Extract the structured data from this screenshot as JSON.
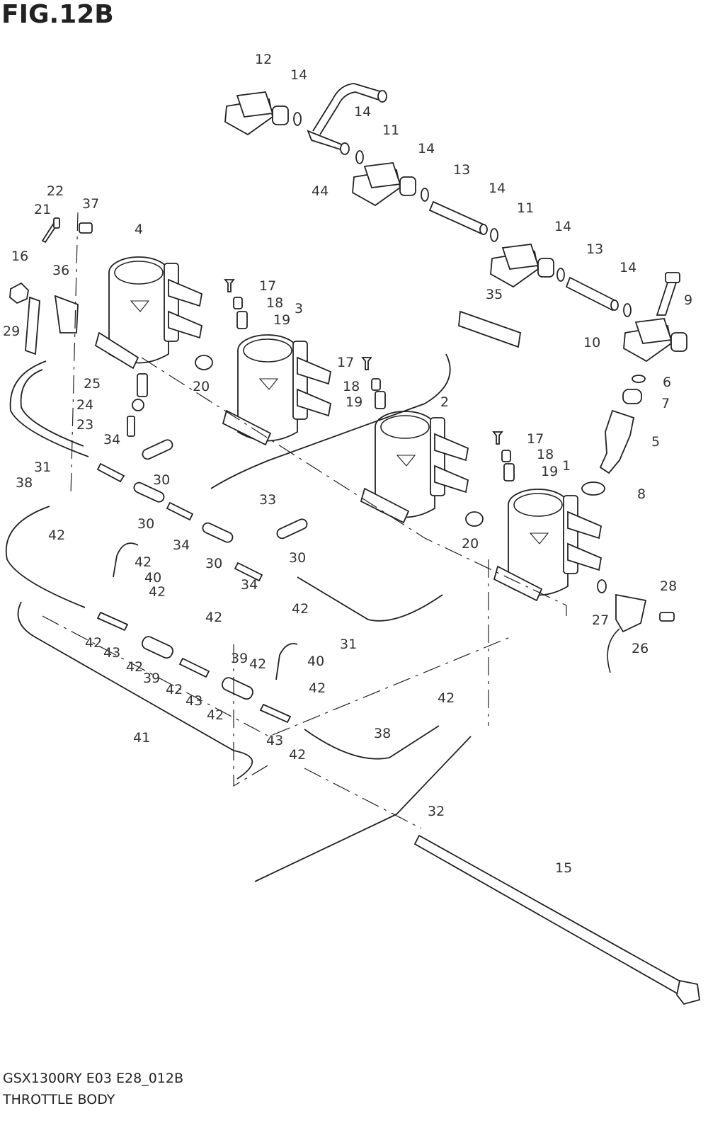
{
  "figure": {
    "title": "FIG.12B",
    "model_code": "GSX1300RY E03 E28_012B",
    "section_name": "THROTTLE BODY"
  },
  "callouts": [
    {
      "id": "c12",
      "text": "12"
    },
    {
      "id": "c14a",
      "text": "14"
    },
    {
      "id": "c14b",
      "text": "14"
    },
    {
      "id": "c11a",
      "text": "11"
    },
    {
      "id": "c14c",
      "text": "14"
    },
    {
      "id": "c13a",
      "text": "13"
    },
    {
      "id": "c14d",
      "text": "14"
    },
    {
      "id": "c11b",
      "text": "11"
    },
    {
      "id": "c14e",
      "text": "14"
    },
    {
      "id": "c13b",
      "text": "13"
    },
    {
      "id": "c14f",
      "text": "14"
    },
    {
      "id": "c44",
      "text": "44"
    },
    {
      "id": "c22",
      "text": "22"
    },
    {
      "id": "c21",
      "text": "21"
    },
    {
      "id": "c37",
      "text": "37"
    },
    {
      "id": "c4",
      "text": "4"
    },
    {
      "id": "c16",
      "text": "16"
    },
    {
      "id": "c36",
      "text": "36"
    },
    {
      "id": "c29",
      "text": "29"
    },
    {
      "id": "c17a",
      "text": "17"
    },
    {
      "id": "c18a",
      "text": "18"
    },
    {
      "id": "c19a",
      "text": "19"
    },
    {
      "id": "c3",
      "text": "3"
    },
    {
      "id": "c9",
      "text": "9"
    },
    {
      "id": "c10",
      "text": "10"
    },
    {
      "id": "c35",
      "text": "35"
    },
    {
      "id": "c20a",
      "text": "20"
    },
    {
      "id": "c25",
      "text": "25"
    },
    {
      "id": "c24",
      "text": "24"
    },
    {
      "id": "c23",
      "text": "23"
    },
    {
      "id": "c17b",
      "text": "17"
    },
    {
      "id": "c18b",
      "text": "18"
    },
    {
      "id": "c19b",
      "text": "19"
    },
    {
      "id": "c6",
      "text": "6"
    },
    {
      "id": "c7",
      "text": "7"
    },
    {
      "id": "c2",
      "text": "2"
    },
    {
      "id": "c5",
      "text": "5"
    },
    {
      "id": "c17c",
      "text": "17"
    },
    {
      "id": "c18c",
      "text": "18"
    },
    {
      "id": "c19c",
      "text": "19"
    },
    {
      "id": "c1",
      "text": "1"
    },
    {
      "id": "c8",
      "text": "8"
    },
    {
      "id": "c34a",
      "text": "34"
    },
    {
      "id": "c31a",
      "text": "31"
    },
    {
      "id": "c30a",
      "text": "30"
    },
    {
      "id": "c38a",
      "text": "38"
    },
    {
      "id": "c33",
      "text": "33"
    },
    {
      "id": "c30b",
      "text": "30"
    },
    {
      "id": "c42a",
      "text": "42"
    },
    {
      "id": "c34b",
      "text": "34"
    },
    {
      "id": "c42b",
      "text": "42"
    },
    {
      "id": "c30c",
      "text": "30"
    },
    {
      "id": "c30d",
      "text": "30"
    },
    {
      "id": "c20b",
      "text": "20"
    },
    {
      "id": "c40a",
      "text": "40"
    },
    {
      "id": "c42c",
      "text": "42"
    },
    {
      "id": "c34c",
      "text": "34"
    },
    {
      "id": "c28",
      "text": "28"
    },
    {
      "id": "c27",
      "text": "27"
    },
    {
      "id": "c42d",
      "text": "42"
    },
    {
      "id": "c31b",
      "text": "31"
    },
    {
      "id": "c42e",
      "text": "42"
    },
    {
      "id": "c26",
      "text": "26"
    },
    {
      "id": "c42f",
      "text": "42"
    },
    {
      "id": "c43a",
      "text": "43"
    },
    {
      "id": "c42g",
      "text": "42"
    },
    {
      "id": "c39a",
      "text": "39"
    },
    {
      "id": "c42h",
      "text": "42"
    },
    {
      "id": "c39b",
      "text": "39"
    },
    {
      "id": "c42i",
      "text": "42"
    },
    {
      "id": "c40b",
      "text": "40"
    },
    {
      "id": "c43b",
      "text": "43"
    },
    {
      "id": "c42j",
      "text": "42"
    },
    {
      "id": "c42k",
      "text": "42"
    },
    {
      "id": "c42l",
      "text": "42"
    },
    {
      "id": "c41",
      "text": "41"
    },
    {
      "id": "c43c",
      "text": "43"
    },
    {
      "id": "c38b",
      "text": "38"
    },
    {
      "id": "c42m",
      "text": "42"
    },
    {
      "id": "c32",
      "text": "32"
    },
    {
      "id": "c15",
      "text": "15"
    }
  ]
}
